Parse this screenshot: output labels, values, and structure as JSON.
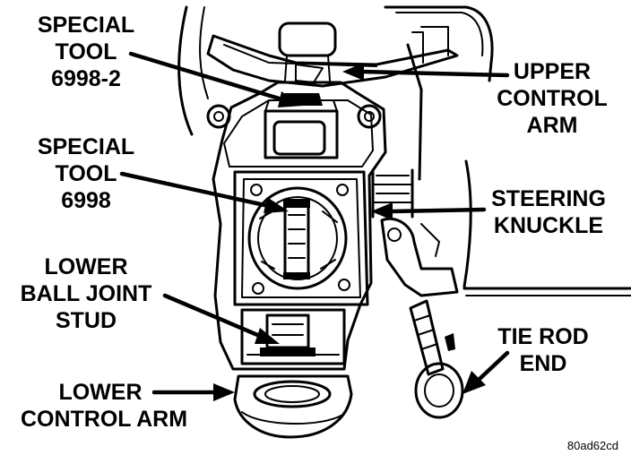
{
  "labels": {
    "special_tool_6998_2": [
      "SPECIAL",
      "TOOL",
      "6998-2"
    ],
    "special_tool_6998": [
      "SPECIAL",
      "TOOL",
      "6998"
    ],
    "lower_ball_joint_stud": [
      "LOWER",
      "BALL JOINT",
      "STUD"
    ],
    "lower_control_arm": [
      "LOWER",
      "CONTROL ARM"
    ],
    "upper_control_arm": [
      "UPPER",
      "CONTROL",
      "ARM"
    ],
    "steering_knuckle": [
      "STEERING",
      "KNUCKLE"
    ],
    "tie_rod_end": [
      "TIE ROD",
      "END"
    ]
  },
  "figure_code": "80ad62cd"
}
